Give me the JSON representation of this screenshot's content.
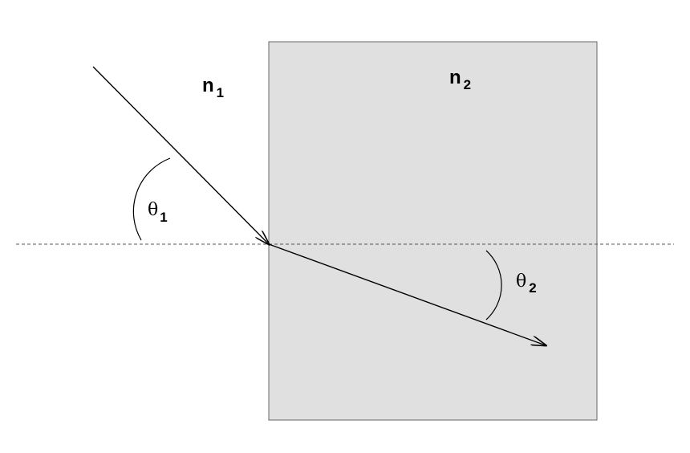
{
  "colors": {
    "medium_fill": "#e0e0e0",
    "medium_stroke": "#666666",
    "line": "#000000",
    "normal_line": "#555555"
  },
  "labels": {
    "n1": {
      "symbol": "n",
      "subscript": "1"
    },
    "n2": {
      "symbol": "n",
      "subscript": "2"
    },
    "theta1": {
      "symbol": "θ",
      "subscript": "1"
    },
    "theta2": {
      "symbol": "θ",
      "subscript": "2"
    }
  }
}
